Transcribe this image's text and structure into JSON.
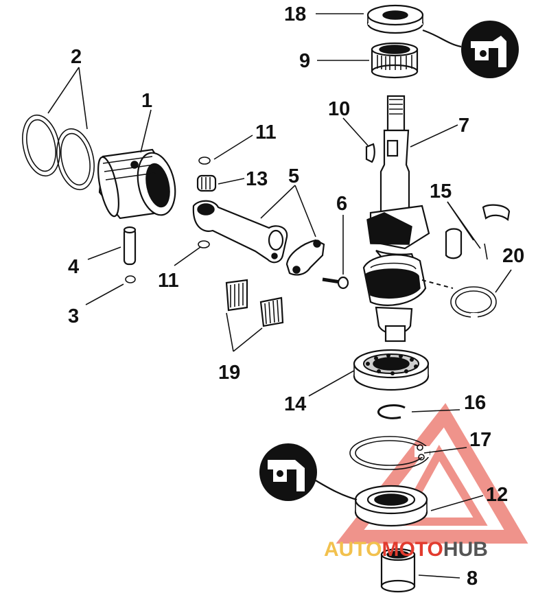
{
  "callouts": [
    "1",
    "2",
    "3",
    "4",
    "5",
    "6",
    "7",
    "8",
    "9",
    "10",
    "11",
    "11",
    "12",
    "13",
    "14",
    "15",
    "16",
    "17",
    "18",
    "19",
    "20"
  ],
  "watermark": {
    "left": "AUTO",
    "middle": "MOTO",
    "right": "HUB",
    "colors": {
      "left": "#f2c14e",
      "middle": "#e23b2e",
      "right": "#555555",
      "triangle": "#e23b2e"
    }
  },
  "icons": [
    "seal-lip-direction-icon-top",
    "seal-lip-direction-icon-bottom"
  ]
}
